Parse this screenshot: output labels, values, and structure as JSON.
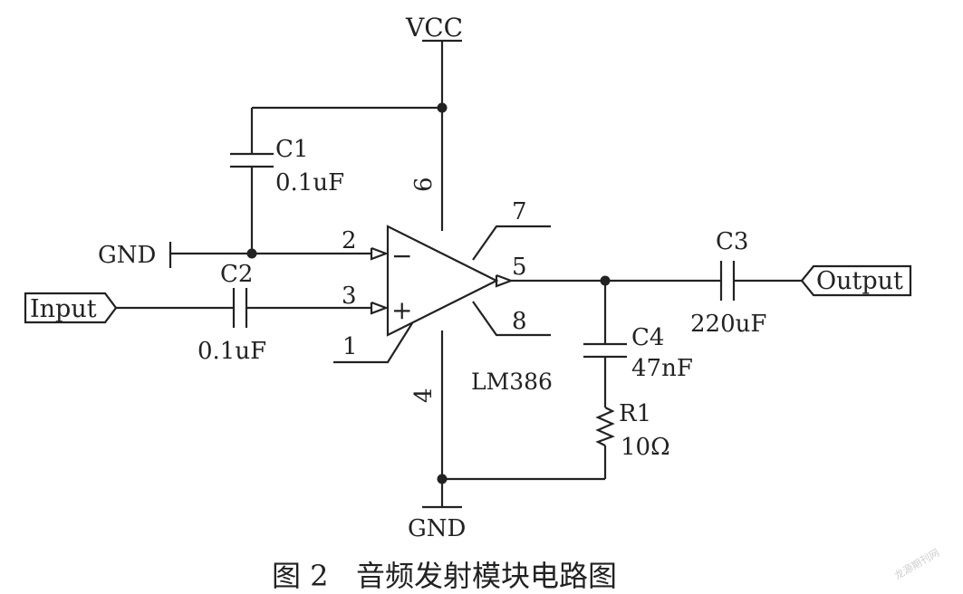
{
  "power": {
    "vcc": "VCC",
    "gnd_top": "GND",
    "gnd_bottom": "GND"
  },
  "components": {
    "c1": {
      "name": "C1",
      "value": "0.1uF"
    },
    "c2": {
      "name": "C2",
      "value": "0.1uF"
    },
    "c3": {
      "name": "C3",
      "value": "220uF"
    },
    "c4": {
      "name": "C4",
      "value": "47nF"
    },
    "r1": {
      "name": "R1",
      "value": "10Ω"
    },
    "amp": {
      "name": "LM386",
      "minus": "−",
      "plus": "+"
    }
  },
  "pins": {
    "p1": "1",
    "p2": "2",
    "p3": "3",
    "p4": "4",
    "p5": "5",
    "p6": "6",
    "p7": "7",
    "p8": "8"
  },
  "ports": {
    "input": "Input",
    "output": "Output"
  },
  "caption": "图 2   音频发射模块电路图",
  "watermark": "龙源期刊网"
}
